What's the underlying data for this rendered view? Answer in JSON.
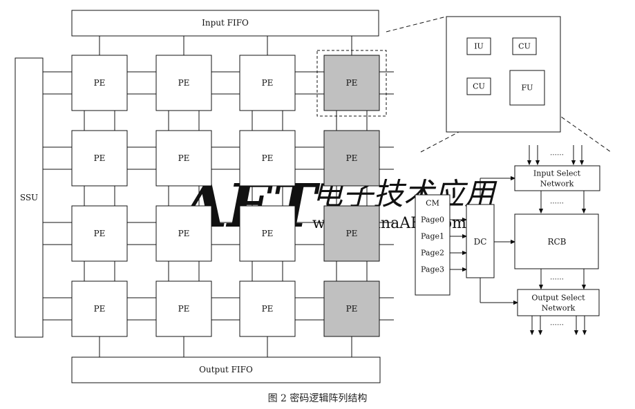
{
  "labels": {
    "input_fifo": "Input FIFO",
    "output_fifo": "Output FIFO",
    "ssu": "SSU",
    "pe": "PE",
    "iu": "IU",
    "cu": "CU",
    "fu": "FU",
    "cm": "CM",
    "pages": [
      "Page0",
      "Page1",
      "Page2",
      "Page3"
    ],
    "dc": "DC",
    "input_select": [
      "Input Select",
      "Network"
    ],
    "output_select": [
      "Output Select",
      "Network"
    ],
    "rcb": "RCB",
    "dots": "……"
  },
  "caption": "图 2  密码逻辑阵列结构",
  "watermark": {
    "logo": "AET",
    "cn": "电子技术应用",
    "url": "www.ChinaAET.com"
  },
  "colors": {
    "pe_fill": "#ffffff",
    "pe_highlight": "#c0c0c0",
    "line": "#111111",
    "watermark_red": "#e8a0a0",
    "watermark_blue": "#9cc6e0"
  },
  "grid": {
    "rows": 4,
    "cols": 4,
    "highlighted_col": 3
  }
}
